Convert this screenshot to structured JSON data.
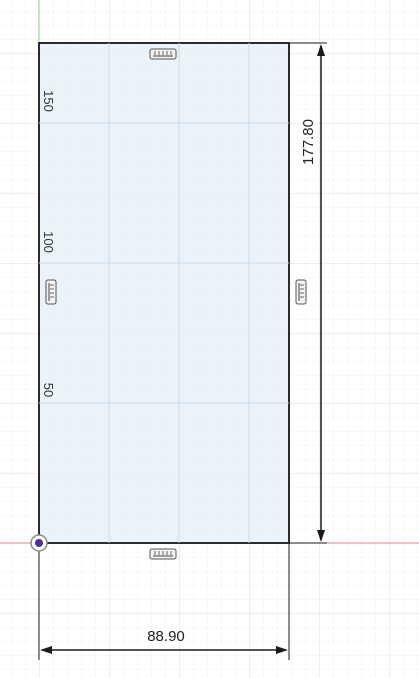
{
  "sketch": {
    "grid_labels": [
      "150",
      "100",
      "50"
    ],
    "height_dimension": "177.80",
    "width_dimension": "88.90"
  },
  "colors": {
    "background": "#ffffff",
    "grid_minor": "#eef0f3",
    "grid_major": "#dadee4",
    "rectangle_fill": "#e8f2fa",
    "rectangle_stroke": "#2b2b2b",
    "dimension_line": "#1a1a1a",
    "axis_x": "#ea7b8a",
    "axis_y": "#7fd86b",
    "origin_point": "#4b2fa0"
  },
  "icons": {
    "constraint": "horizontal-vertical-constraint-icon",
    "origin": "origin-point-icon"
  }
}
